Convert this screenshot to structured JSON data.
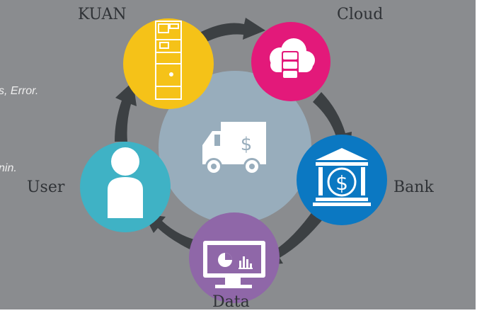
{
  "nodes": {
    "kuan": {
      "label": "KUAN",
      "color": "#f5c218"
    },
    "cloud": {
      "label": "Cloud",
      "color": "#e3197a"
    },
    "bank": {
      "label": "Bank",
      "color": "#0b78c2"
    },
    "data": {
      "label": "Data",
      "color": "#8f67a8"
    },
    "user": {
      "label": "User",
      "color": "#3fb2c5"
    },
    "center": {
      "color": "#98adbc",
      "icon": "cash-truck-icon"
    }
  },
  "side_text": {
    "line1": "s, Error.",
    "line2": "nin."
  },
  "colors": {
    "background": "#8a8c8f",
    "arrow": "#3c4043"
  }
}
